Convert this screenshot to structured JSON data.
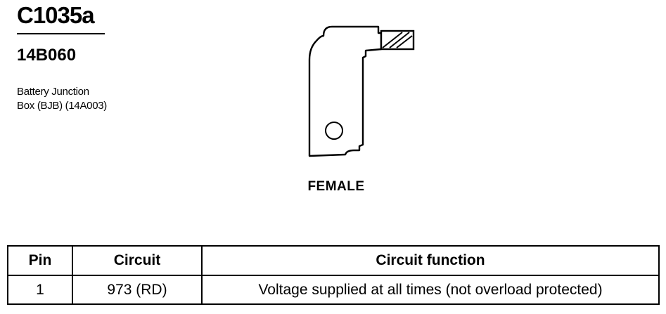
{
  "connector": {
    "id": "C1035a",
    "part_number": "14B060",
    "description_lines": [
      "Battery Junction",
      "Box (BJB) (14A003)"
    ],
    "gender": "FEMALE"
  },
  "pin_table": {
    "headers": [
      "Pin",
      "Circuit",
      "Circuit function"
    ],
    "rows": [
      [
        "1",
        "973 (RD)",
        "Voltage supplied at all times (not overload protected)"
      ]
    ]
  }
}
